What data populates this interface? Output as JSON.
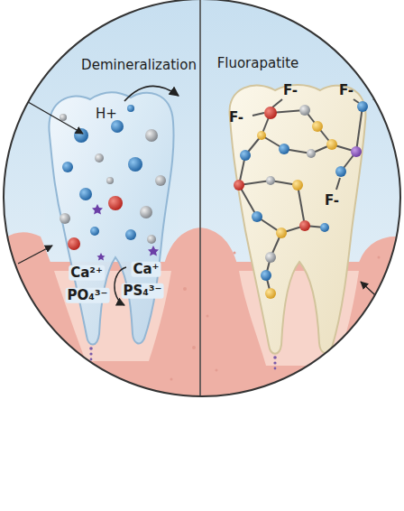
{
  "diagram": {
    "labels": [
      "Demineralization",
      "Fluorapatite",
      "H+",
      "F-",
      "F-",
      "F-",
      "F-",
      "Ca²⁺",
      "PO₄³⁻",
      "Ca⁺",
      "PS₄³⁻"
    ]
  }
}
